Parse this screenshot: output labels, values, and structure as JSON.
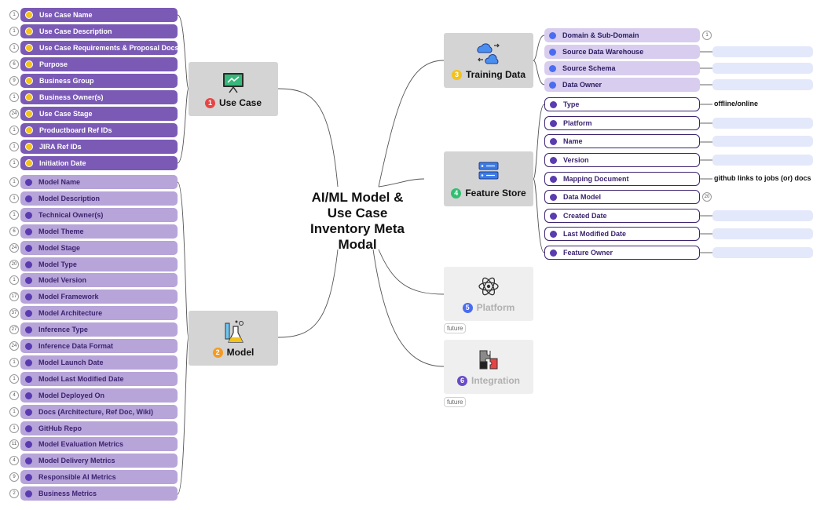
{
  "central_topic": [
    "AI/ML Model &",
    "Use Case",
    "Inventory Meta",
    "Modal"
  ],
  "colors": {
    "use_case_pill": "#7b5ab6",
    "model_pill": "#b7a4d9",
    "training_pill": "#d8cdee",
    "value_box": "#e4e8fb",
    "badge_red": "#e64545",
    "badge_orange": "#f59a23",
    "badge_yellow": "#f3c21b",
    "badge_green": "#2fbf71",
    "badge_blue": "#4a6cf0",
    "badge_purple": "#6a4bc8"
  },
  "topics": {
    "use_case": {
      "number": "1",
      "title": "Use Case",
      "icon": "presentation-board-icon"
    },
    "model": {
      "number": "2",
      "title": "Model",
      "icon": "lab-flask-icon"
    },
    "training_data": {
      "number": "3",
      "title": "Training Data",
      "icon": "cloud-sync-icon"
    },
    "feature_store": {
      "number": "4",
      "title": "Feature Store",
      "icon": "server-stack-icon"
    },
    "platform": {
      "number": "5",
      "title": "Platform",
      "icon": "atom-icon",
      "tag": "future"
    },
    "integration": {
      "number": "6",
      "title": "Integration",
      "icon": "puzzle-icon",
      "tag": "future"
    }
  },
  "use_case_items": [
    {
      "label": "Use Case Name",
      "count": "1"
    },
    {
      "label": "Use Case Description",
      "count": "1"
    },
    {
      "label": "Use Case Requirements & Proposal Docs",
      "count": "1"
    },
    {
      "label": "Purpose",
      "count": "6"
    },
    {
      "label": "Business Group",
      "count": "9"
    },
    {
      "label": "Business Owner(s)",
      "count": "1"
    },
    {
      "label": "Use Case Stage",
      "count": "24"
    },
    {
      "label": "Productboard Ref IDs",
      "count": "1"
    },
    {
      "label": "JIRA Ref IDs",
      "count": "1"
    },
    {
      "label": "Initiation Date",
      "count": "1"
    }
  ],
  "model_items": [
    {
      "label": "Model Name",
      "count": "1"
    },
    {
      "label": "Model Description",
      "count": "1"
    },
    {
      "label": "Technical Owner(s)",
      "count": "1"
    },
    {
      "label": "Model Theme",
      "count": "6"
    },
    {
      "label": "Model Stage",
      "count": "24"
    },
    {
      "label": "Model Type",
      "count": "20"
    },
    {
      "label": "Model Version",
      "count": "1"
    },
    {
      "label": "Model Framework",
      "count": "17"
    },
    {
      "label": "Model Architecture",
      "count": "37"
    },
    {
      "label": "Inference Type",
      "count": "27"
    },
    {
      "label": "Inference Data Format",
      "count": "24"
    },
    {
      "label": "Model Launch Date",
      "count": "1"
    },
    {
      "label": "Model Last Modified Date",
      "count": "1"
    },
    {
      "label": "Model Deployed On",
      "count": "4"
    },
    {
      "label": "Docs (Architecture, Ref Doc, Wiki)",
      "count": "1"
    },
    {
      "label": "GitHub Repo",
      "count": "1"
    },
    {
      "label": "Model Evaluation Metrics",
      "count": "11"
    },
    {
      "label": "Model Delivery Metrics",
      "count": "4"
    },
    {
      "label": "Responsible AI Metrics",
      "count": "9"
    },
    {
      "label": "Business Metrics",
      "count": "2"
    }
  ],
  "training_items": [
    {
      "label": "Domain & Sub-Domain",
      "count": "1",
      "value": null
    },
    {
      "label": "Source Data Warehouse",
      "count": null,
      "value": ""
    },
    {
      "label": "Source Schema",
      "count": null,
      "value": ""
    },
    {
      "label": "Data Owner",
      "count": null,
      "value": ""
    }
  ],
  "feature_items": [
    {
      "label": "Type",
      "count": null,
      "value": "offline/online"
    },
    {
      "label": "Platform",
      "count": null,
      "value": ""
    },
    {
      "label": "Name",
      "count": null,
      "value": ""
    },
    {
      "label": "Version",
      "count": null,
      "value": ""
    },
    {
      "label": "Mapping Document",
      "count": null,
      "value": "github links to jobs (or) docs"
    },
    {
      "label": "Data Model",
      "count": "20",
      "value": null
    },
    {
      "label": "Created Date",
      "count": null,
      "value": ""
    },
    {
      "label": "Last Modified Date",
      "count": null,
      "value": ""
    },
    {
      "label": "Feature Owner",
      "count": null,
      "value": ""
    }
  ]
}
